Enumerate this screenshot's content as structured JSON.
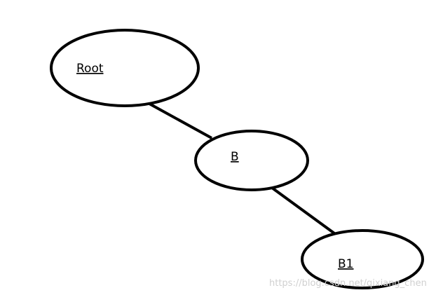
{
  "diagram": {
    "nodes": [
      {
        "id": "root",
        "label": "Root"
      },
      {
        "id": "b",
        "label": "B"
      },
      {
        "id": "b1",
        "label": "B1"
      }
    ],
    "edges": [
      {
        "from": "root",
        "to": "b"
      },
      {
        "from": "b",
        "to": "b1"
      }
    ],
    "colors": {
      "stroke": "#000000",
      "background": "#ffffff",
      "watermark": "#d0d0d0"
    }
  },
  "watermark": "https://blog.csdn.net/qixiang_chen"
}
